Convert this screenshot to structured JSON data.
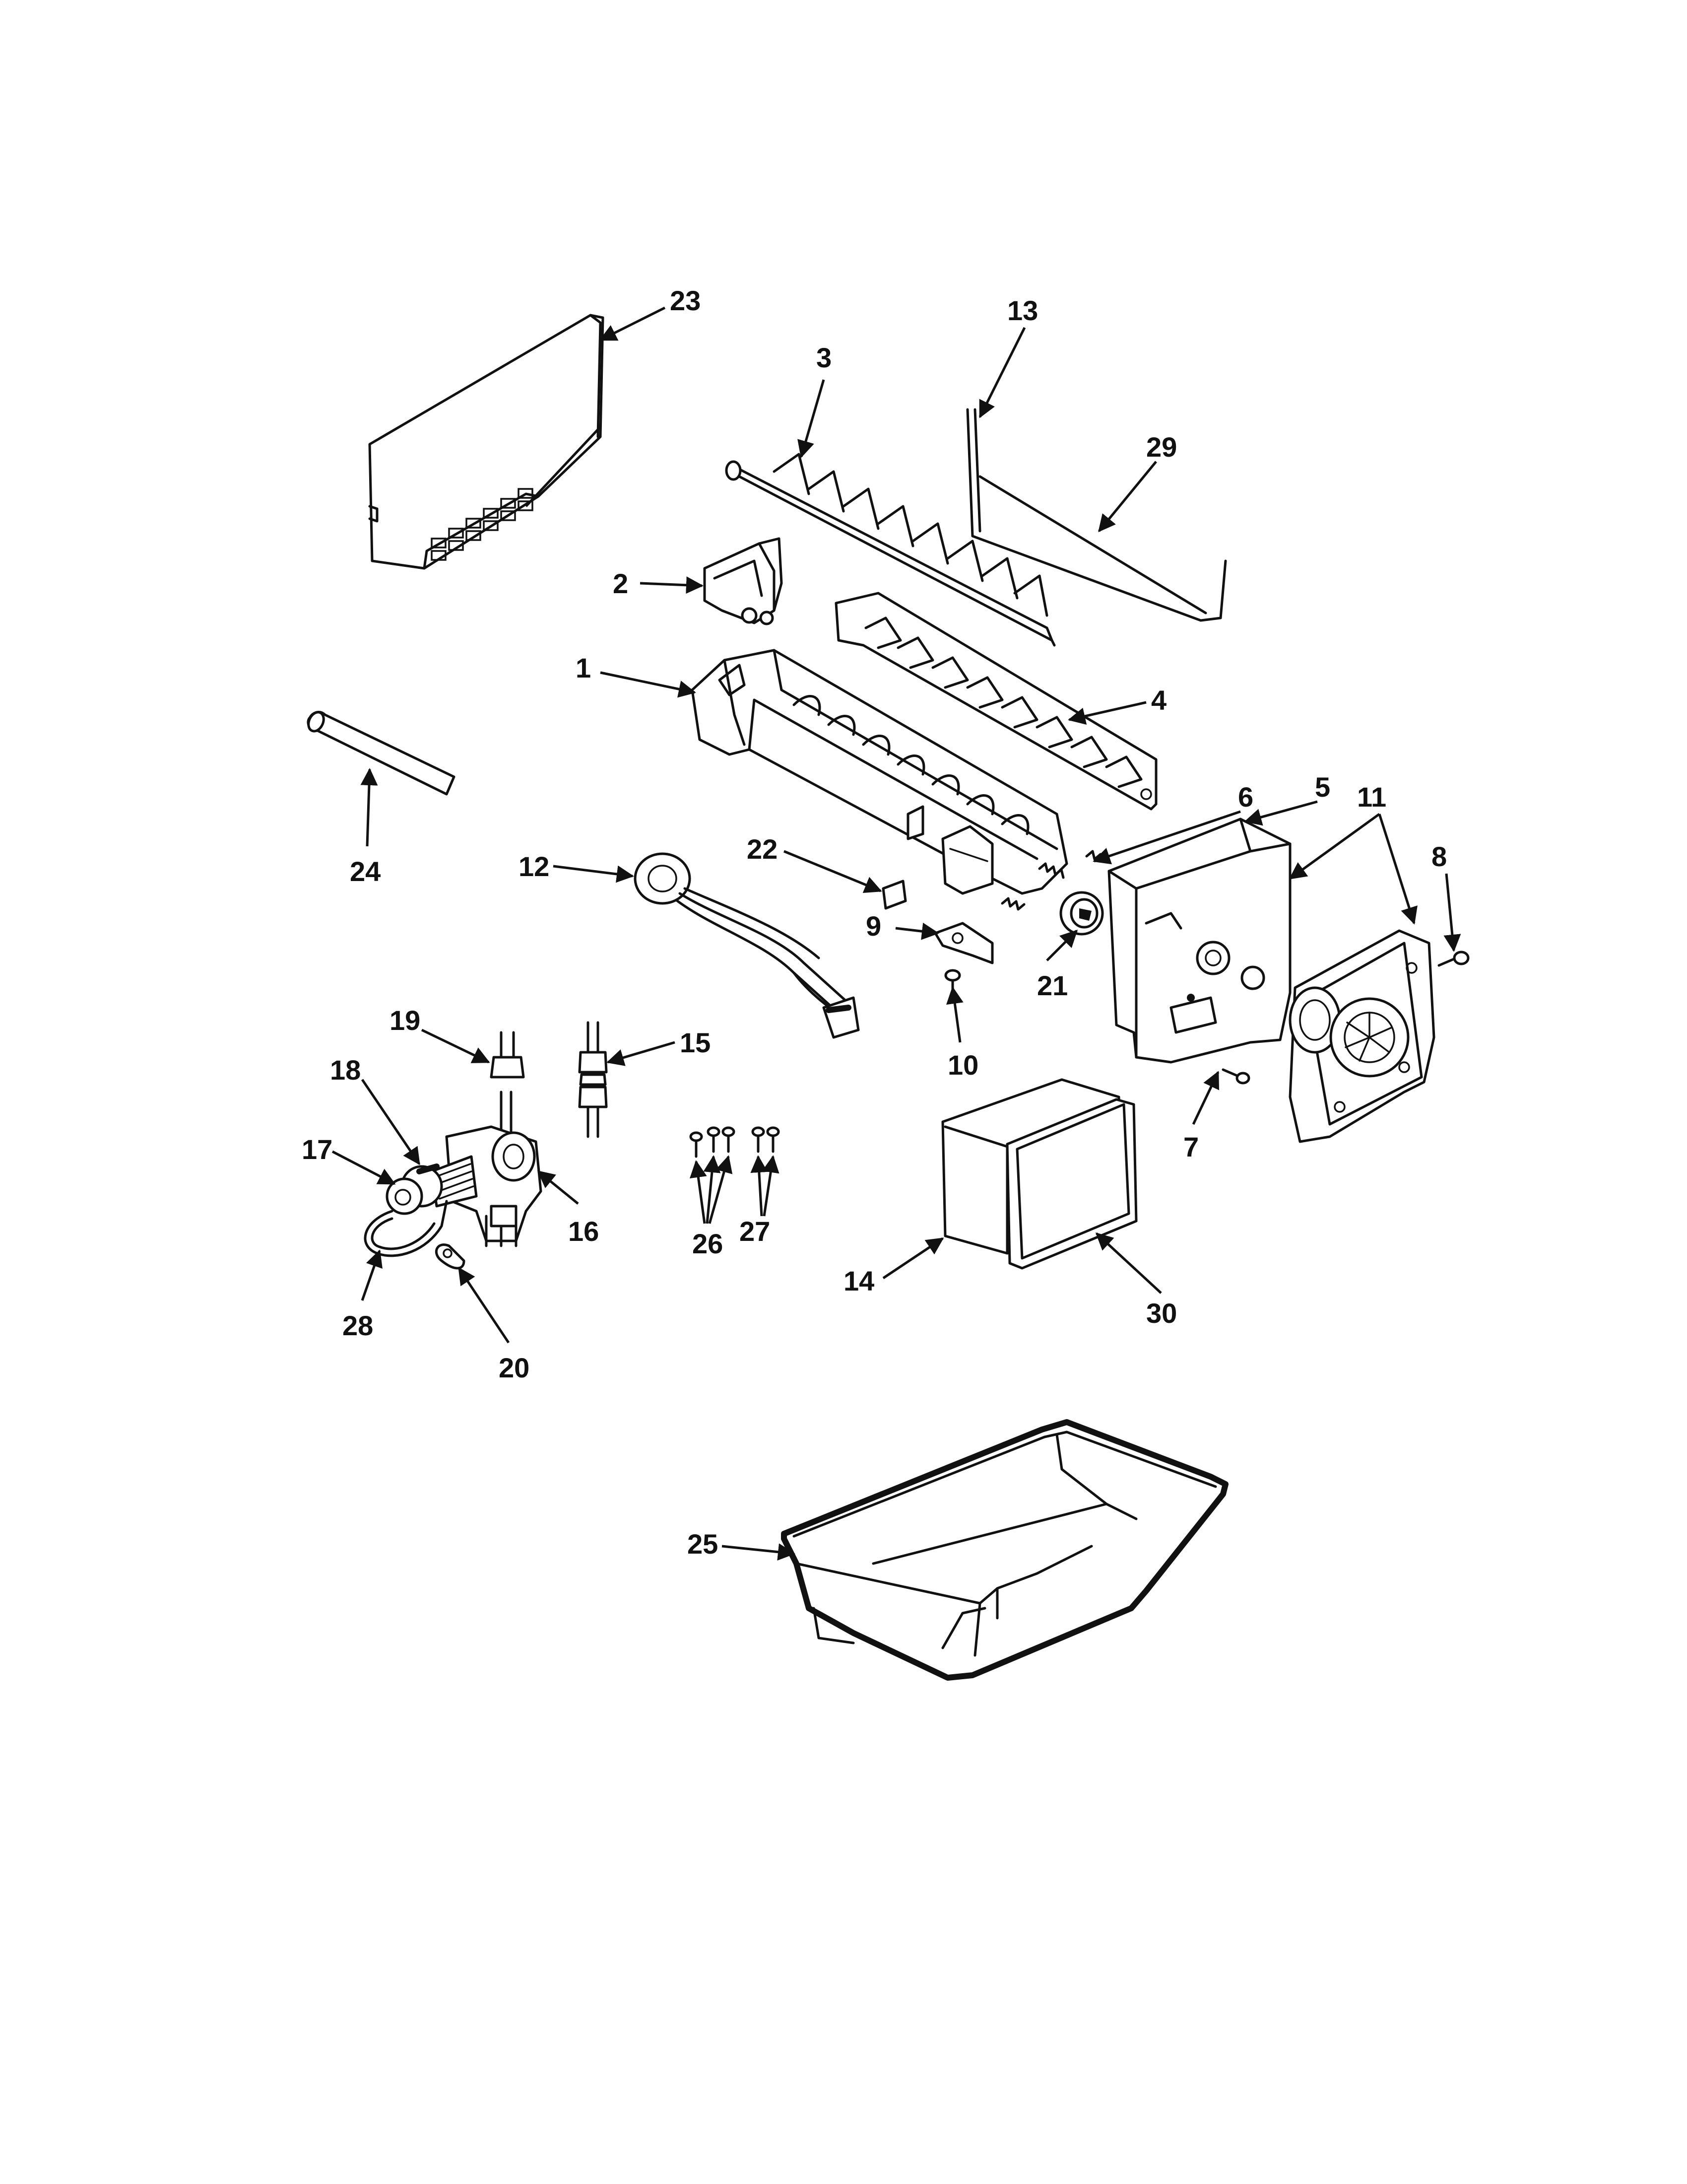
{
  "diagram": {
    "parts": [
      {
        "key": "p1",
        "label": "1"
      },
      {
        "key": "p2",
        "label": "2"
      },
      {
        "key": "p3",
        "label": "3"
      },
      {
        "key": "p4",
        "label": "4"
      },
      {
        "key": "p5",
        "label": "5"
      },
      {
        "key": "p6",
        "label": "6"
      },
      {
        "key": "p7",
        "label": "7"
      },
      {
        "key": "p8",
        "label": "8"
      },
      {
        "key": "p9",
        "label": "9"
      },
      {
        "key": "p10",
        "label": "10"
      },
      {
        "key": "p11",
        "label": "11"
      },
      {
        "key": "p12",
        "label": "12"
      },
      {
        "key": "p13",
        "label": "13"
      },
      {
        "key": "p14",
        "label": "14"
      },
      {
        "key": "p15",
        "label": "15"
      },
      {
        "key": "p16",
        "label": "16"
      },
      {
        "key": "p17",
        "label": "17"
      },
      {
        "key": "p18",
        "label": "18"
      },
      {
        "key": "p19",
        "label": "19"
      },
      {
        "key": "p20",
        "label": "20"
      },
      {
        "key": "p21",
        "label": "21"
      },
      {
        "key": "p22",
        "label": "22"
      },
      {
        "key": "p23",
        "label": "23"
      },
      {
        "key": "p24",
        "label": "24"
      },
      {
        "key": "p25",
        "label": "25"
      },
      {
        "key": "p26",
        "label": "26"
      },
      {
        "key": "p27",
        "label": "27"
      },
      {
        "key": "p28",
        "label": "28"
      },
      {
        "key": "p29",
        "label": "29"
      },
      {
        "key": "p30",
        "label": "30"
      }
    ]
  }
}
